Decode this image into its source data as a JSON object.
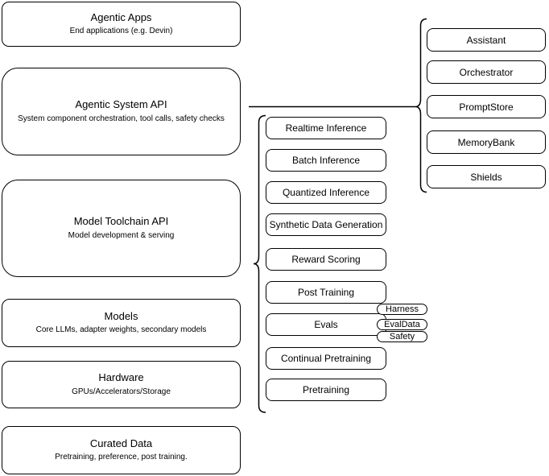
{
  "colors": {
    "stroke": "#000000",
    "fill": "#ffffff",
    "text": "#000000"
  },
  "layers": [
    {
      "title": "Agentic Apps",
      "subtitle": "End applications (e.g. Devin)"
    },
    {
      "title": "Agentic System API",
      "subtitle": "System component orchestration, tool calls, safety checks"
    },
    {
      "title": "Model Toolchain API",
      "subtitle": "Model development & serving"
    },
    {
      "title": "Models",
      "subtitle": "Core LLMs, adapter weights, secondary models"
    },
    {
      "title": "Hardware",
      "subtitle": "GPUs/Accelerators/Storage"
    },
    {
      "title": "Curated Data",
      "subtitle": "Pretraining, preference, post training."
    }
  ],
  "toolchain": {
    "items": [
      "Realtime Inference",
      "Batch Inference",
      "Quantized Inference",
      "Synthetic Data Generation",
      "Reward Scoring",
      "Post Training",
      "Evals",
      "Continual Pretraining",
      "Pretraining"
    ]
  },
  "eval_tags": [
    "Harness",
    "EvalData",
    "Safety"
  ],
  "system_components": [
    "Assistant",
    "Orchestrator",
    "PromptStore",
    "MemoryBank",
    "Shields"
  ]
}
